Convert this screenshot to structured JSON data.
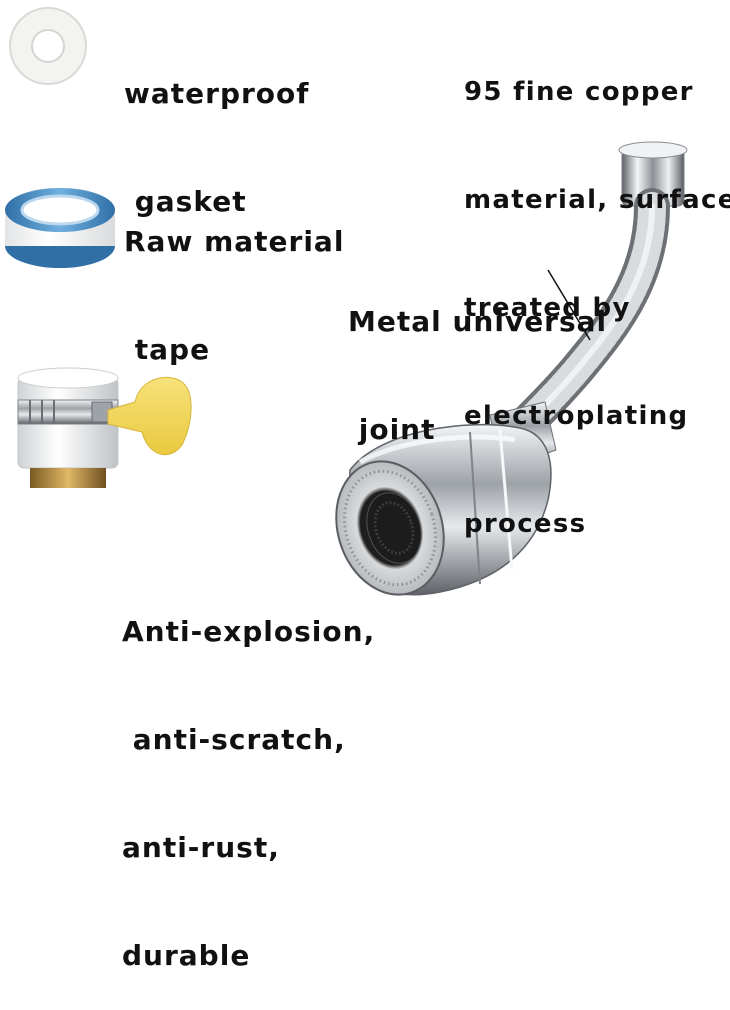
{
  "labels": {
    "gasket": [
      "waterproof",
      " gasket"
    ],
    "tape": [
      "Raw material",
      " tape"
    ],
    "copper": [
      "95 fine copper",
      "material, surface",
      "treated by",
      "electroplating",
      "process"
    ],
    "joint": [
      "Metal universal",
      " joint"
    ],
    "durable": [
      "Anti-explosion,",
      " anti-scratch,",
      "anti-rust,",
      "durable"
    ]
  },
  "colors": {
    "text": "#111111",
    "tape_blue": "#4a90c8",
    "key_yellow": "#f2d85a",
    "chrome_dark": "#6f7378",
    "chrome_light": "#e9ecef"
  },
  "icons": [
    "gasket-ring",
    "ptfe-tape-roll",
    "faucet-adapter",
    "swivel-aerator-hose"
  ]
}
